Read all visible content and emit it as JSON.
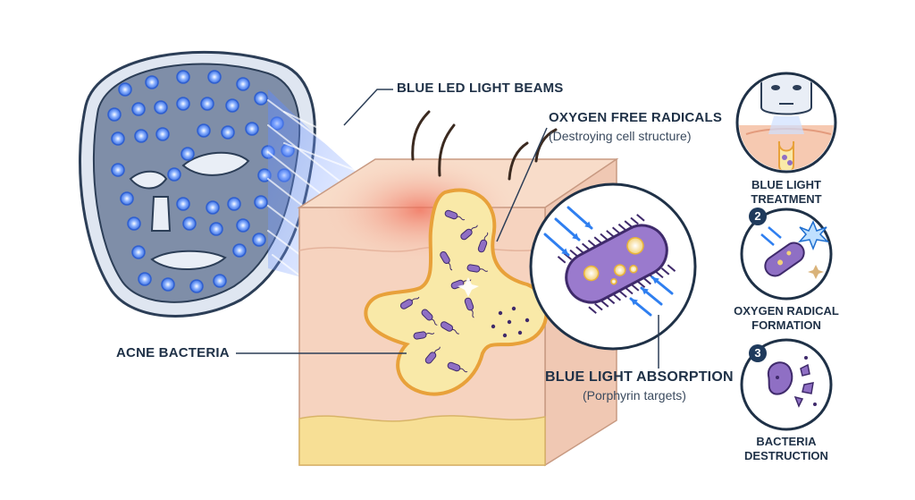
{
  "labels": {
    "beams": "BLUE LED LIGHT BEAMS",
    "radicals": "OXYGEN FREE RADICALS",
    "radicals_sub": "(Destroying cell structure)",
    "bacteria": "ACNE BACTERIA",
    "absorption": "BLUE LIGHT ABSORPTION",
    "absorption_sub": "(Porphyrin targets)"
  },
  "steps": [
    {
      "number": "",
      "title": "BLUE LIGHT TREATMENT"
    },
    {
      "number": "2",
      "title": "OXYGEN RADICAL FORMATION"
    },
    {
      "number": "3",
      "title": "BACTERIA DESTRUCTION"
    }
  ],
  "colors": {
    "navy": "#1f3a5c",
    "blue_led": "#4a7ff0",
    "skin": "#f6d3bf",
    "fat": "#f7df95",
    "bacteria": "#8f6fc4"
  },
  "icons": [
    "led-face-mask-icon",
    "skin-cross-section-icon",
    "bacterium-zoom-icon"
  ]
}
